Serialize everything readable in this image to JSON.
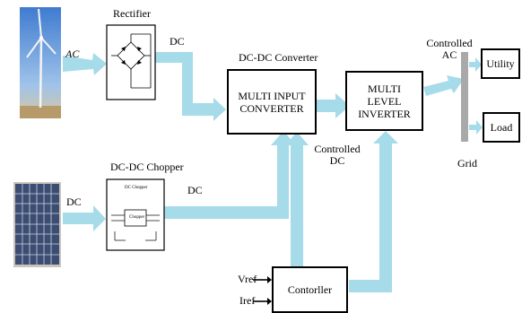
{
  "labels": {
    "rectifier": "Rectifier",
    "ac": "AC",
    "dc_top": "DC",
    "dcdc_converter": "DC-DC Converter",
    "multi_input_converter": "MULTI INPUT CONVERTER",
    "multi_level_inverter": "MULTI LEVEL INVERTER",
    "controlled_ac": "Controlled AC",
    "utility": "Utility",
    "load": "Load",
    "grid": "Grid",
    "controlled_dc": "Controlled DC",
    "dcdc_chopper": "DC-DC Chopper",
    "dc_solar": "DC",
    "dc_chopper_out": "DC",
    "vref": "Vref",
    "iref": "Iref",
    "controller": "Contorller",
    "chopper_inner_title": "DC Chopper",
    "chopper_inner_block": "Chopper"
  },
  "colors": {
    "arrow": "#a6dbe9",
    "grid_bar": "#a9a9a9",
    "sky": "#5b8fd2",
    "panel": "#3c4f74"
  }
}
